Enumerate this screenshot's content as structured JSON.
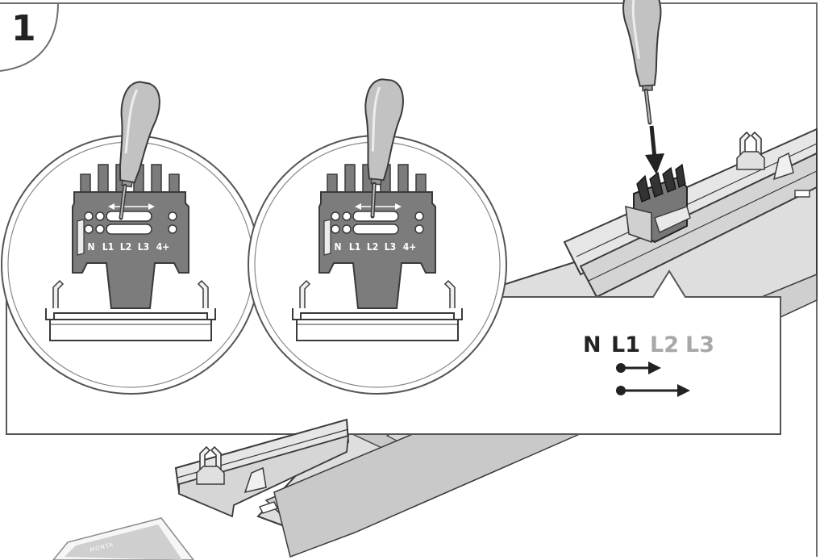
{
  "step": {
    "number": "1"
  },
  "detail_labels": [
    "N",
    "L1",
    "L2",
    "L3",
    "4+"
  ],
  "phase_labels": [
    {
      "text": "N",
      "active": true
    },
    {
      "text": "L1",
      "active": true
    },
    {
      "text": "L2",
      "active": false
    },
    {
      "text": "L3",
      "active": false
    }
  ],
  "colors": {
    "line": "#3a3a3a",
    "active_label": "#222222",
    "inactive_label": "#a8a8a8",
    "rail_fill": "#e3e3e3",
    "panel_fill": "#bdbdbd",
    "connector_fill": "#777777",
    "tool_fill": "#c2c2c2"
  },
  "booklet": {
    "text": "MONTA"
  },
  "icons": [
    "screwdriver-icon",
    "arrow-down-icon",
    "arrow-right-icon",
    "connector-block-icon"
  ]
}
